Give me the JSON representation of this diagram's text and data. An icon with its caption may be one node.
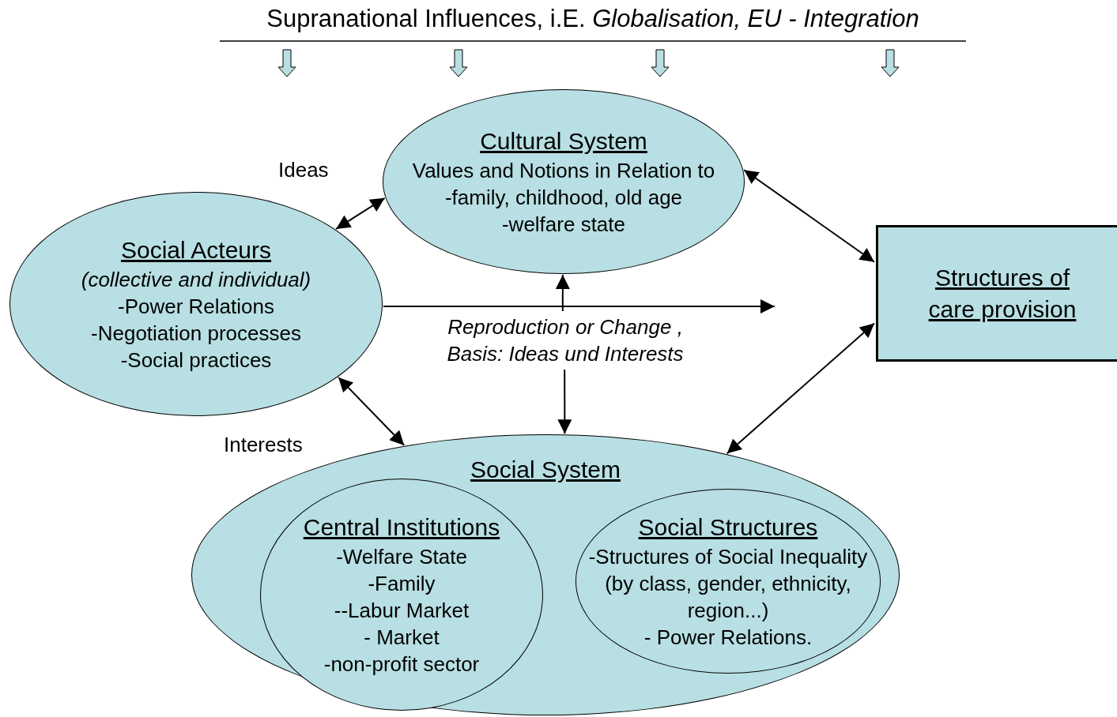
{
  "diagram": {
    "title": "Supranational Influences, i.E. *Globalisation, EU - Integration*",
    "nodes": [
      {
        "text": [
          "Cultural System",
          "Values and Notions in Relation to",
          "-family, childhood, old age",
          "-welfare state"
        ]
      },
      {
        "text": [
          "Social Acteurs",
          "(collective and individual)",
          "-Power Relations",
          "-Negotiation processes",
          "-Social practices"
        ]
      },
      {
        "text": [
          "Structures of care provision"
        ]
      },
      {
        "text": [
          "Social System"
        ]
      },
      {
        "text": [
          "Central Institutions",
          "-Welfare State",
          "-Family",
          "--Labur Market",
          "- Market",
          "-non-profit sector"
        ],
        "in": 3
      },
      {
        "text": [
          "Social Structures",
          "-Structures of Social Inequality (by class, gender, ethnicity, region...)",
          "- Power Relations."
        ],
        "in": 3
      },
      {
        "text": [
          "Reproduction or Change , Basis: Ideas und Interests"
        ]
      }
    ],
    "edges": [
      {
        "from": 1,
        "to": 0,
        "arrow": "both",
        "label": "Ideas"
      },
      {
        "from": 0,
        "to": 2,
        "arrow": "both"
      },
      {
        "from": 1,
        "to": 3,
        "arrow": "both",
        "label": "Interests"
      },
      {
        "from": 3,
        "to": 2,
        "arrow": "both"
      },
      {
        "from": 1,
        "to": null,
        "arrow": "to"
      },
      {
        "from": 6,
        "to": 0,
        "arrow": "to"
      },
      {
        "from": 6,
        "to": 3,
        "arrow": "to"
      }
    ]
  }
}
